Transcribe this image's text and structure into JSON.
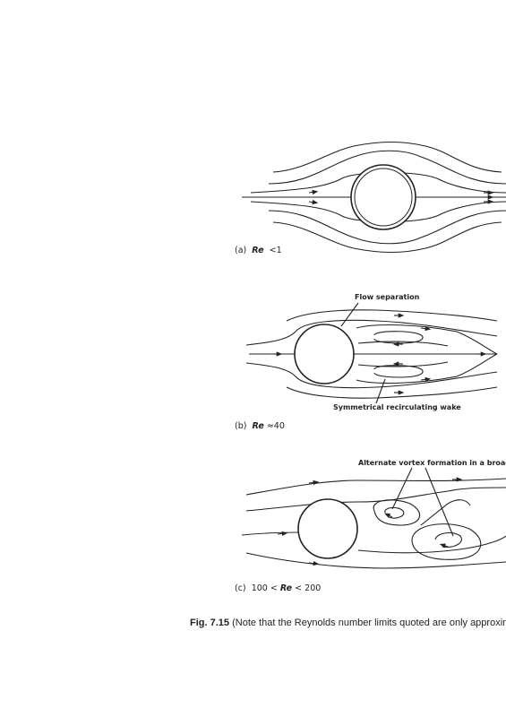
{
  "figure": {
    "number": "Fig. 7.15",
    "caption": "(Note that the Reynolds number limits quoted are only approximat",
    "panels": [
      {
        "id": "a",
        "prefix": "(a)",
        "re_symbol": "Re",
        "condition": "<1"
      },
      {
        "id": "b",
        "prefix": "(b)",
        "re_symbol": "Re",
        "condition": "≈40",
        "annotations": {
          "top": "Flow separation",
          "bottom": "Symmetrical recirculating wake"
        }
      },
      {
        "id": "c",
        "prefix": "(c)",
        "pre": "100 <",
        "re_symbol": "Re",
        "condition": "< 200",
        "annotations": {
          "top": "Alternate vortex formation in a broad wa"
        }
      }
    ]
  },
  "colors": {
    "ink": "#222222",
    "paper": "#ffffff"
  }
}
